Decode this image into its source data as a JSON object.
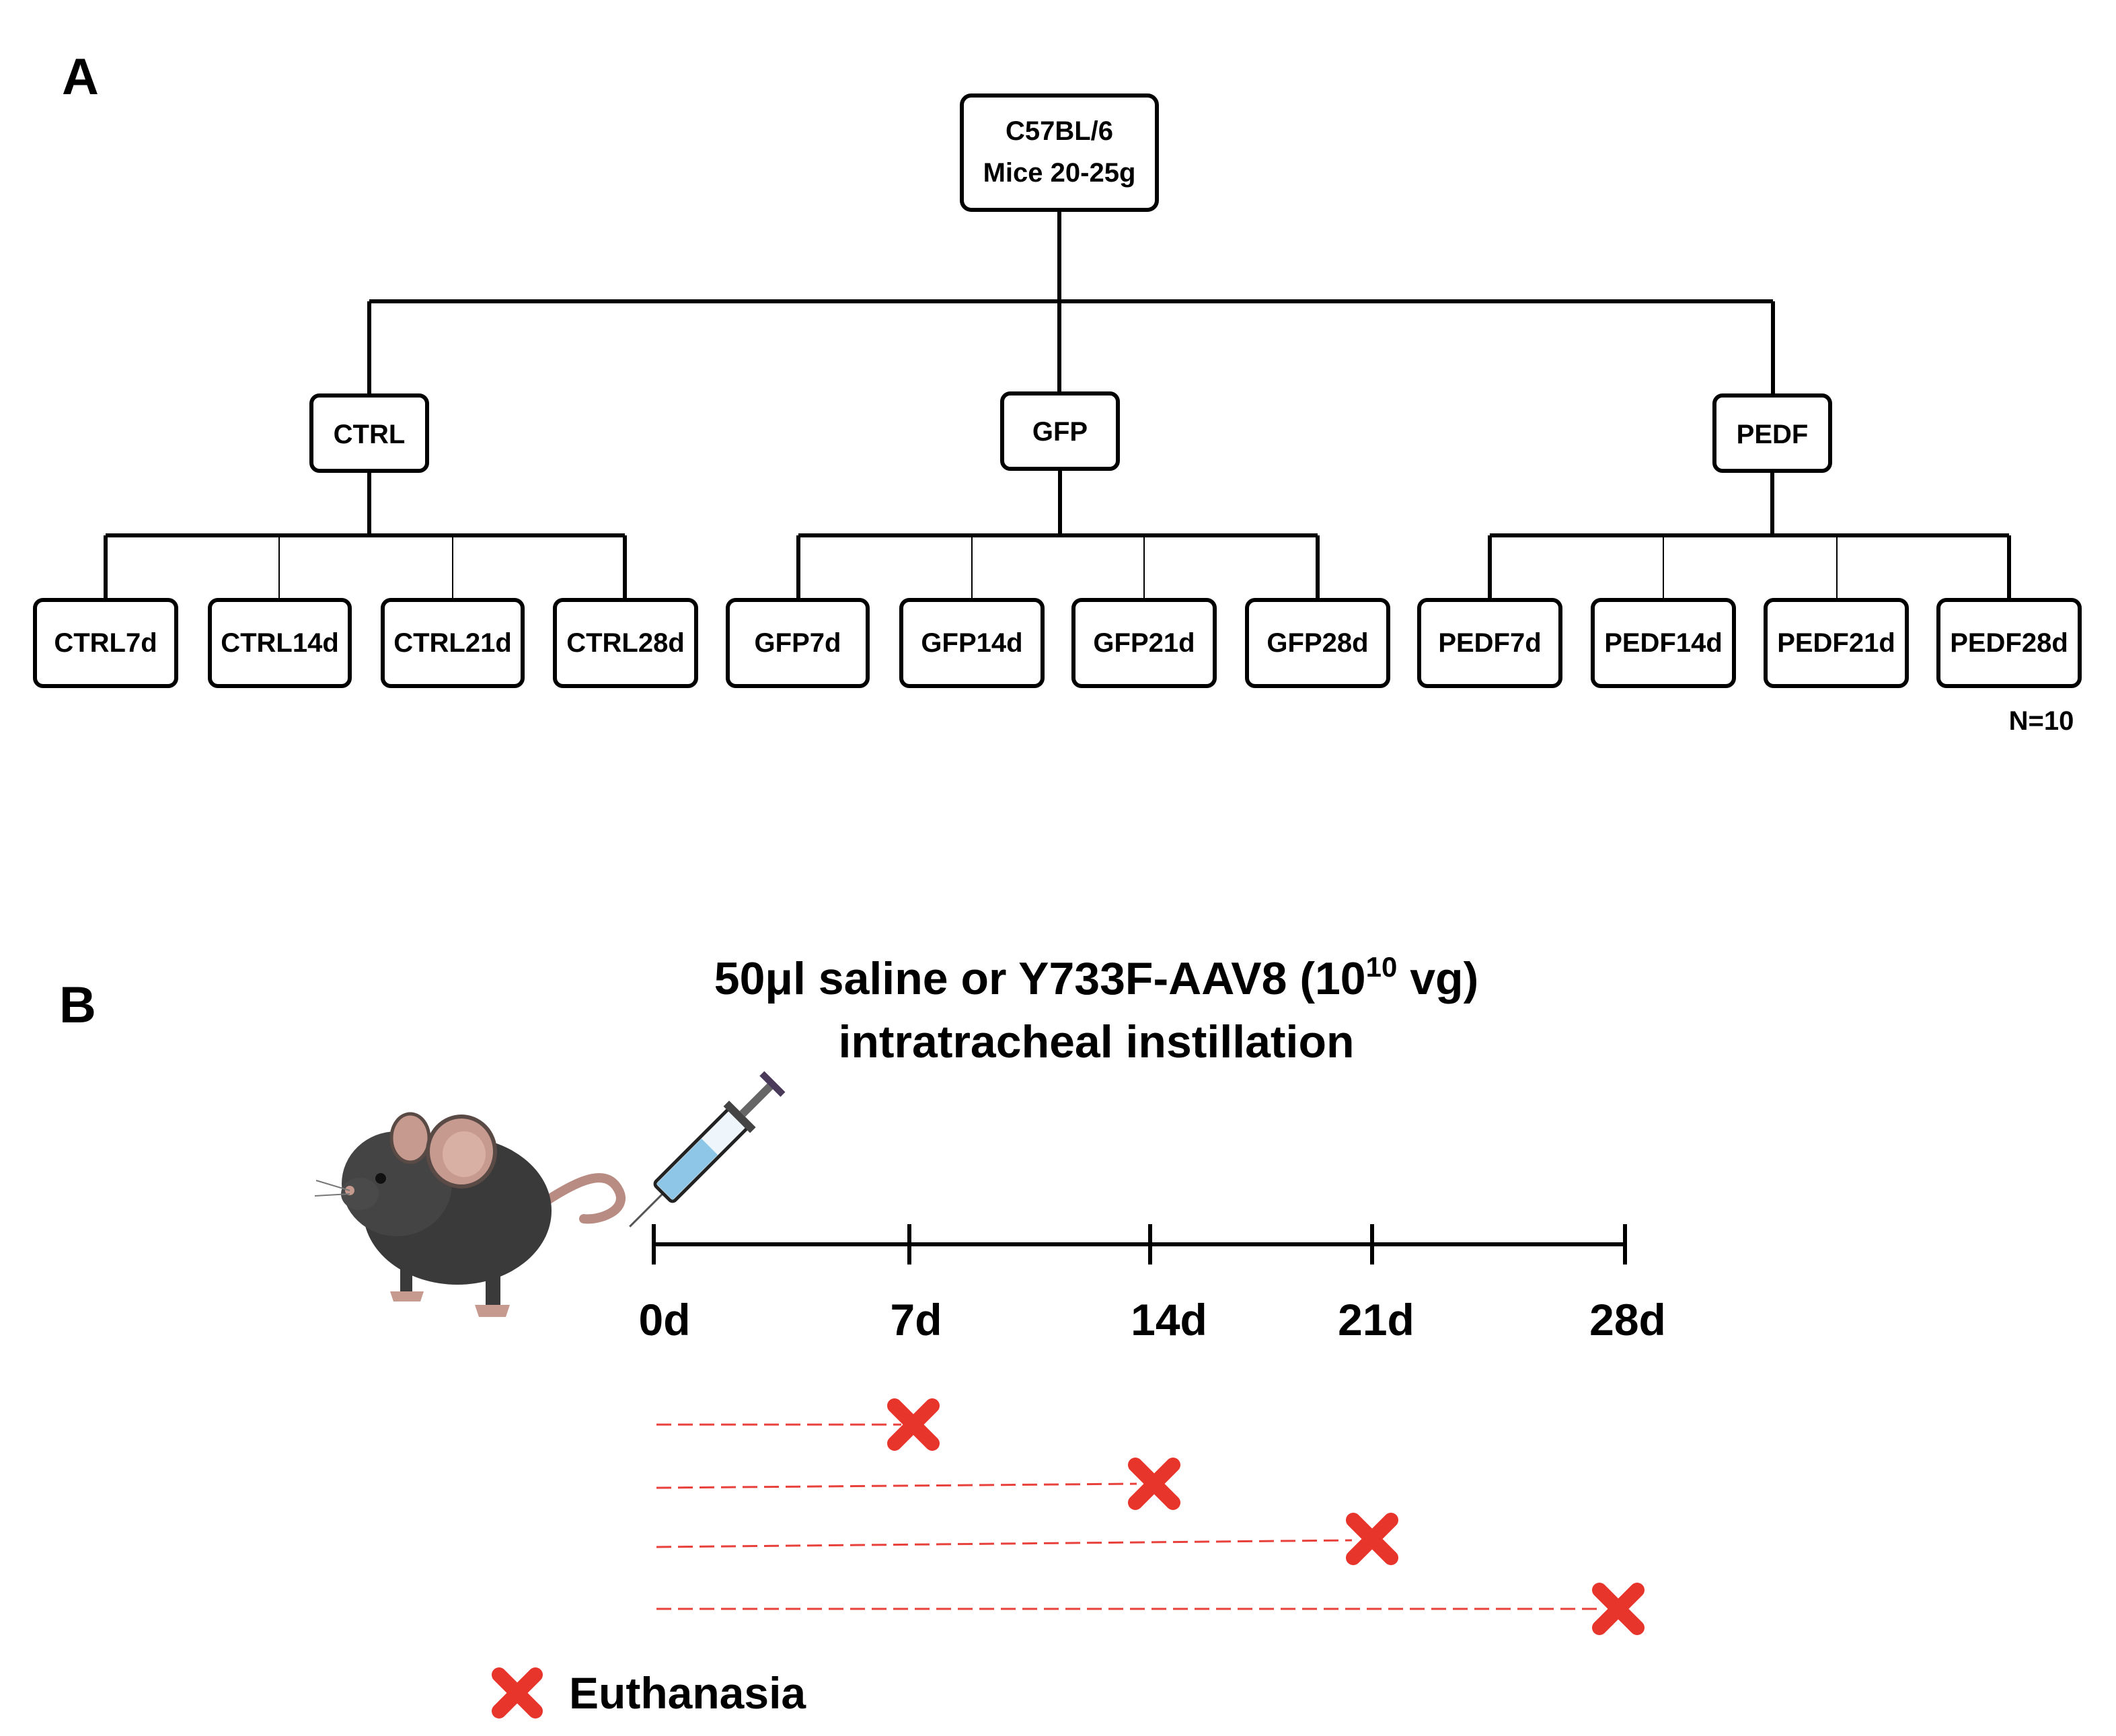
{
  "panel_a": {
    "label": "A",
    "root": {
      "line1": "C57BL/6",
      "line2": "Mice 20-25g"
    },
    "groups": [
      {
        "name": "CTRL",
        "subgroups": [
          "CTRL7d",
          "CTRL14d",
          "CTRL21d",
          "CTRL28d"
        ]
      },
      {
        "name": "GFP",
        "subgroups": [
          "GFP7d",
          "GFP14d",
          "GFP21d",
          "GFP28d"
        ]
      },
      {
        "name": "PEDF",
        "subgroups": [
          "PEDF7d",
          "PEDF14d",
          "PEDF21d",
          "PEDF28d"
        ]
      }
    ],
    "n_label": "N=10"
  },
  "panel_b": {
    "label": "B",
    "title_line1_pre": "50μl saline or Y733F-AAV8 (10",
    "title_line1_sup": "10",
    "title_line1_post": " vg)",
    "title_line2": "intratracheal instillation",
    "timeline_ticks": [
      "0d",
      "7d",
      "14d",
      "21d",
      "28d"
    ],
    "euthanasia_days": [
      7,
      14,
      21,
      28
    ],
    "legend_label": "Euthanasia",
    "icons": [
      "mouse-illustration",
      "syringe-icon",
      "red-x-icon"
    ],
    "colors": {
      "euthanasia": "#e8352c",
      "mouse_body": "#3d3d3d",
      "mouse_ear": "#c79a8f",
      "syringe_liquid": "#8ec6e8"
    }
  }
}
